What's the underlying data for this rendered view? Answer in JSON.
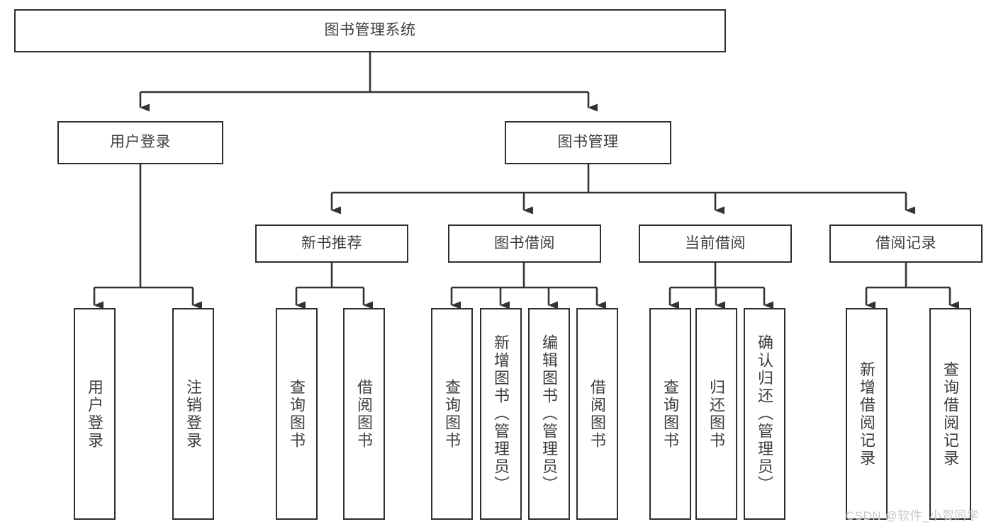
{
  "diagram": {
    "title": "图书管理系统",
    "watermark": "CSDN @软件_小贺同学",
    "colors": {
      "border": "#2e2e2e",
      "text": "#3d3d3d",
      "background": "#ffffff",
      "connector": "#333333",
      "watermark": "#c9c9c9"
    },
    "root": {
      "label": "图书管理系统"
    },
    "level1": [
      {
        "label": "用户登录"
      },
      {
        "label": "图书管理"
      }
    ],
    "level2": [
      {
        "label": "新书推荐"
      },
      {
        "label": "图书借阅"
      },
      {
        "label": "当前借阅"
      },
      {
        "label": "借阅记录"
      }
    ],
    "leaves": {
      "user_login": [
        {
          "label": "用户登录"
        },
        {
          "label": "注销登录"
        }
      ],
      "new_book_recommend": [
        {
          "label": "查询图书"
        },
        {
          "label": "借阅图书"
        }
      ],
      "book_borrow": [
        {
          "label": "查询图书"
        },
        {
          "label": "新增图书（管理员）"
        },
        {
          "label": "编辑图书（管理员）"
        },
        {
          "label": "借阅图书"
        }
      ],
      "current_borrow": [
        {
          "label": "查询图书"
        },
        {
          "label": "归还图书"
        },
        {
          "label": "确认归还（管理员）"
        }
      ],
      "borrow_record": [
        {
          "label": "新增借阅记录"
        },
        {
          "label": "查询借阅记录"
        }
      ]
    }
  }
}
